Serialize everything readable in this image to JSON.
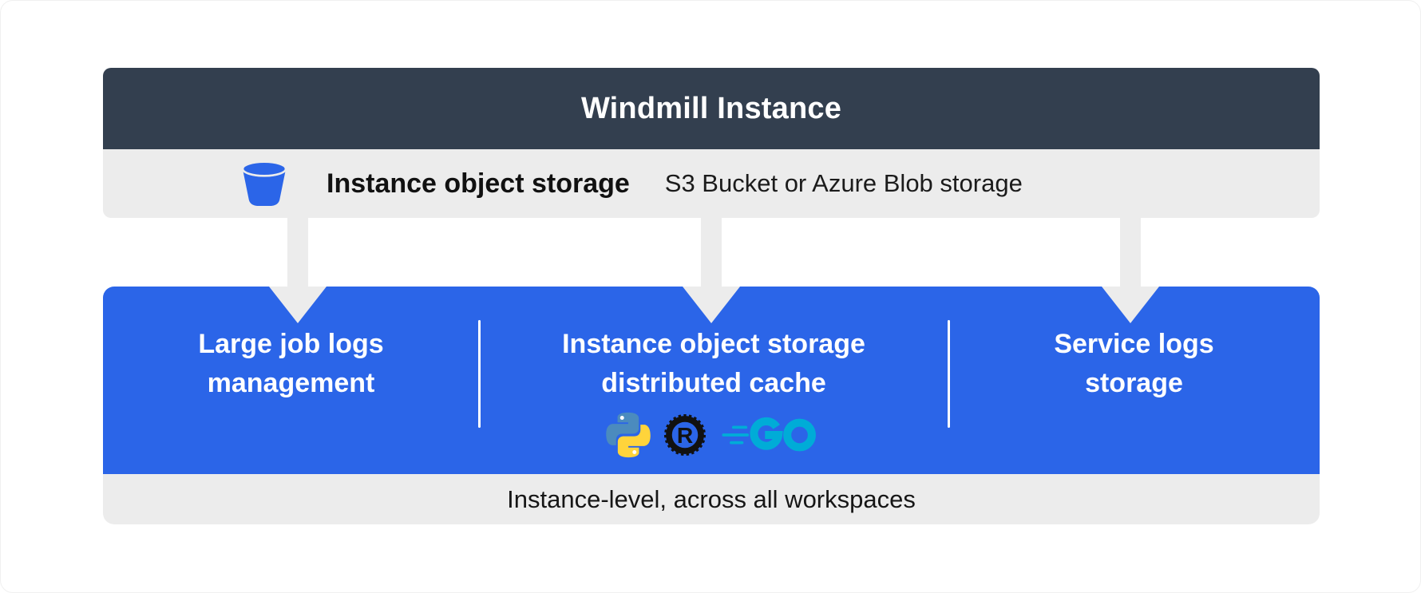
{
  "header": {
    "title": "Windmill Instance"
  },
  "object_storage_bar": {
    "icon": "bucket-icon",
    "title": "Instance object storage",
    "subtitle": "S3 Bucket or Azure Blob storage"
  },
  "panel": {
    "sections": [
      {
        "line1": "Large job logs",
        "line2": "management"
      },
      {
        "line1": "Instance object storage",
        "line2": "distributed cache",
        "logos": [
          "python-logo",
          "rust-logo",
          "go-logo"
        ]
      },
      {
        "line1": "Service logs",
        "line2": "storage"
      }
    ]
  },
  "footer": {
    "label": "Instance-level, across all workspaces"
  },
  "colors": {
    "header_bg": "#333F4F",
    "panel_blue": "#2B65E8",
    "bar_gray": "#ECECEC",
    "arrow_gray": "#ECECEC",
    "text_dark": "#111111",
    "go_cyan": "#00ACD7",
    "python_blue": "#4B8BBE",
    "python_yellow": "#FFD43B",
    "rust_black": "#111111"
  }
}
